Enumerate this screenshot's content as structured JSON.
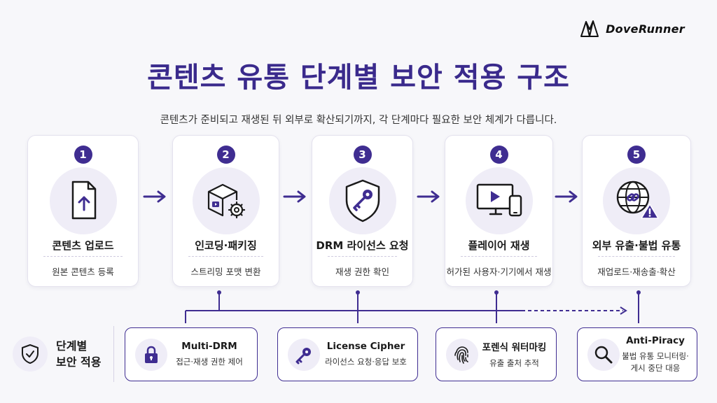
{
  "brand": {
    "name": "DoveRunner"
  },
  "title": "콘텐츠 유통 단계별 보안 적용 구조",
  "subtitle": "콘텐츠가 준비되고 재생된 뒤 외부로 확산되기까지, 각 단계마다 필요한 보안 체계가 다릅니다.",
  "steps": [
    {
      "num": "1",
      "title": "콘텐츠 업로드",
      "desc": "원본 콘텐츠 등록",
      "icon": "file-upload-icon"
    },
    {
      "num": "2",
      "title": "인코딩·패키징",
      "desc": "스트리밍 포맷 변환",
      "icon": "package-gear-icon"
    },
    {
      "num": "3",
      "title": "DRM 라이선스 요청",
      "desc": "재생 권한 확인",
      "icon": "shield-key-icon"
    },
    {
      "num": "4",
      "title": "플레이어 재생",
      "desc": "허가된 사용자·기기에서 재생",
      "icon": "monitor-phone-icon"
    },
    {
      "num": "5",
      "title": "외부 유출·불법 유통",
      "desc": "재업로드·재송출·확산",
      "icon": "globe-warning-icon"
    }
  ],
  "side": {
    "line1": "단계별",
    "line2": "보안 적용",
    "icon": "shield-check-icon"
  },
  "security": [
    {
      "title": "Multi-DRM",
      "desc": "접근·재생 권한 제어",
      "icon": "lock-icon"
    },
    {
      "title": "License Cipher",
      "desc": "라이선스 요청·응답 보호",
      "icon": "key-icon"
    },
    {
      "title": "포렌식 워터마킹",
      "desc": "유출 출처 추적",
      "icon": "fingerprint-icon"
    },
    {
      "title": "Anti-Piracy",
      "desc": "불법 유통 모니터링·\n게시 중단 대응",
      "icon": "magnifier-icon"
    }
  ],
  "colors": {
    "accent": "#3f2d91",
    "title": "#3a2a8c",
    "icon_bg": "#efedf7",
    "warning": "#3f2d91"
  }
}
